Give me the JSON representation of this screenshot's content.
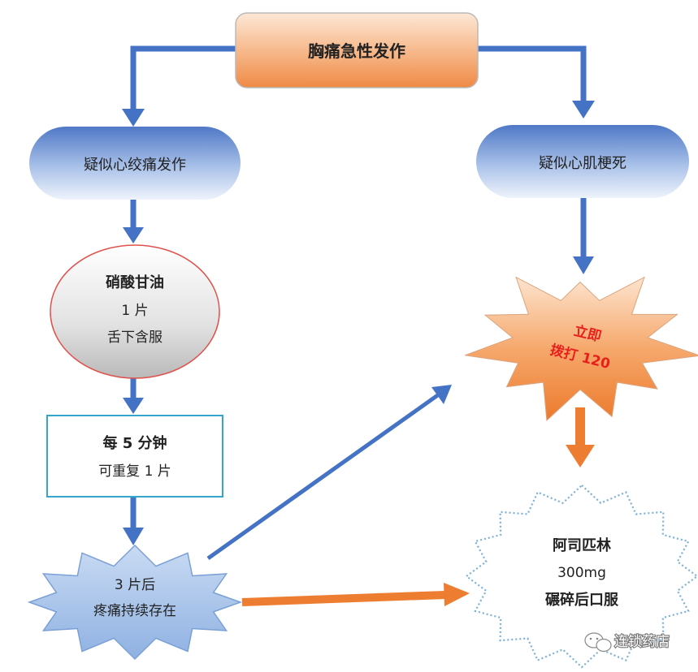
{
  "title_box": "胸痛急性发作",
  "left_branch": "疑似心绞痛发作",
  "right_branch": "疑似心肌梗死",
  "nitro": {
    "line1": "硝酸甘油",
    "line2": "1 片",
    "line3": "舌下含服"
  },
  "repeat": {
    "line1": "每 5 分钟",
    "line2": "可重复 1 片"
  },
  "persist": {
    "line1": "3 片后",
    "line2": "疼痛持续存在"
  },
  "emergency": {
    "line1": "立即",
    "line2": "拨打 120"
  },
  "aspirin": {
    "line1": "阿司匹林",
    "line2": "300mg",
    "line3": "碾碎后口服"
  },
  "watermark": "连锁药店",
  "colors": {
    "blue_arrow": "#4472C4",
    "orange_arrow": "#ED7D31",
    "emergency_text": "#E8201C",
    "orange_box": "#F4A871",
    "blue_pill": "#6E93D3",
    "repeat_border": "#33A6C9",
    "aspirin_border": "#7BB0D8"
  }
}
